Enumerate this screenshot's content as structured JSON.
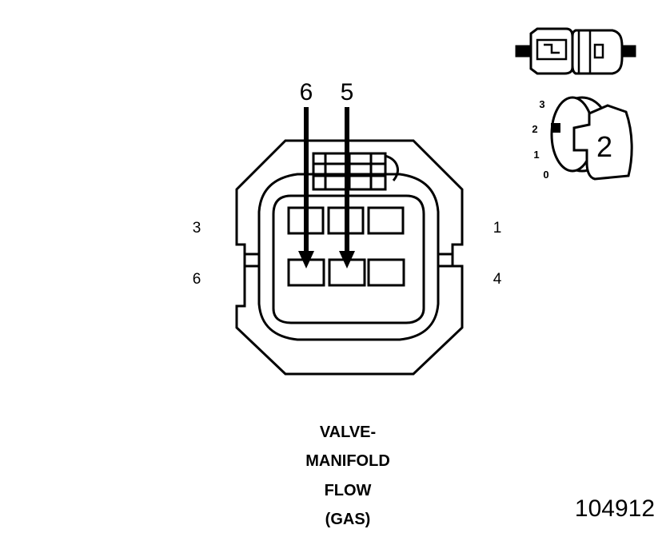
{
  "connector": {
    "pin_labels": {
      "top_left": "3",
      "top_right": "1",
      "bottom_left": "6",
      "bottom_right": "4"
    },
    "arrows": [
      {
        "label": "6"
      },
      {
        "label": "5"
      }
    ]
  },
  "key_icon": {
    "positions": [
      "3",
      "2",
      "1",
      "0"
    ],
    "selected_label": "2"
  },
  "caption": [
    "VALVE-",
    "MANIFOLD",
    "FLOW",
    "(GAS)"
  ],
  "figure_number": "104912",
  "colors": {
    "ink": "#000000",
    "paper": "#ffffff"
  }
}
